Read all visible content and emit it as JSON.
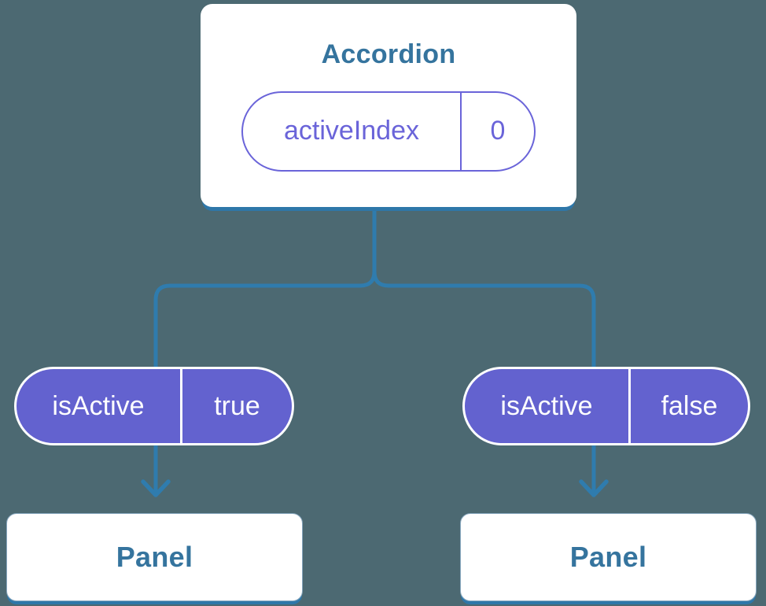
{
  "diagram": {
    "description": "Component tree showing state passed down as props",
    "root": {
      "title": "Accordion",
      "state": {
        "name": "activeIndex",
        "value": "0"
      }
    },
    "children": [
      {
        "prop": {
          "name": "isActive",
          "value": "true"
        },
        "panel_title": "Panel"
      },
      {
        "prop": {
          "name": "isActive",
          "value": "false"
        },
        "panel_title": "Panel"
      }
    ],
    "colors": {
      "background": "#4C6972",
      "connector_blue": "#2F7CAE",
      "box_fill": "#FFFFFF",
      "box_shadow_blue": "#2E77A9",
      "title_text_blue": "#35749E",
      "pill_fill_purple": "#6362CF",
      "pill_outline_purple": "#6A64D9",
      "pill_text_white": "#FFFFFF"
    }
  }
}
